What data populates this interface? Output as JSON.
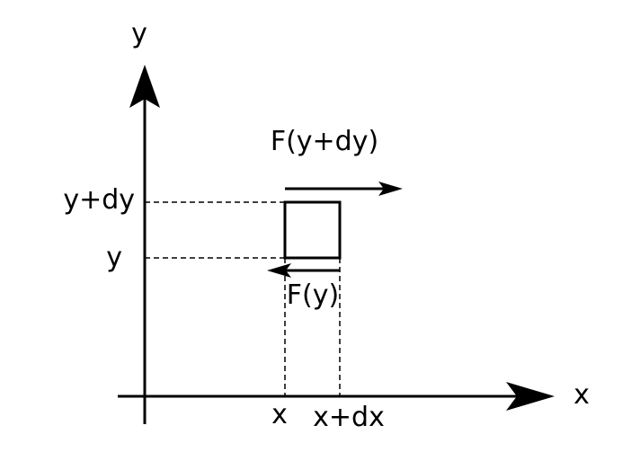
{
  "diagram": {
    "axes": {
      "y_label": "y",
      "x_label": "x"
    },
    "y_ticks": {
      "upper": "y+dy",
      "lower": "y"
    },
    "x_ticks": {
      "left": "x",
      "right": "x+dx"
    },
    "forces": {
      "top": "F(y+dy)",
      "bottom": "F(y)"
    },
    "colors": {
      "stroke": "#000000",
      "background": "#ffffff"
    }
  }
}
